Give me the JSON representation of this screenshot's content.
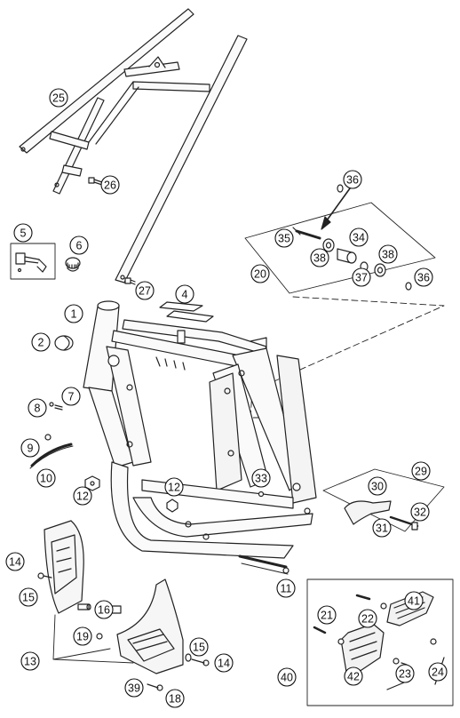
{
  "diagram": {
    "callouts": [
      {
        "id": "c25",
        "label": "25"
      },
      {
        "id": "c26",
        "label": "26"
      },
      {
        "id": "c36a",
        "label": "36"
      },
      {
        "id": "c35",
        "label": "35"
      },
      {
        "id": "c34",
        "label": "34"
      },
      {
        "id": "c38a",
        "label": "38"
      },
      {
        "id": "c38b",
        "label": "38"
      },
      {
        "id": "c37",
        "label": "37"
      },
      {
        "id": "c36b",
        "label": "36"
      },
      {
        "id": "c20",
        "label": "20"
      },
      {
        "id": "c5",
        "label": "5"
      },
      {
        "id": "c6",
        "label": "6"
      },
      {
        "id": "c27",
        "label": "27"
      },
      {
        "id": "c4",
        "label": "4"
      },
      {
        "id": "c1",
        "label": "1"
      },
      {
        "id": "c2",
        "label": "2"
      },
      {
        "id": "c8",
        "label": "8"
      },
      {
        "id": "c7",
        "label": "7"
      },
      {
        "id": "c9",
        "label": "9"
      },
      {
        "id": "c10",
        "label": "10"
      },
      {
        "id": "c12a",
        "label": "12"
      },
      {
        "id": "c12b",
        "label": "12"
      },
      {
        "id": "c33",
        "label": "33"
      },
      {
        "id": "c29",
        "label": "29"
      },
      {
        "id": "c30",
        "label": "30"
      },
      {
        "id": "c32",
        "label": "32"
      },
      {
        "id": "c31",
        "label": "31"
      },
      {
        "id": "c11",
        "label": "11"
      },
      {
        "id": "c14a",
        "label": "14"
      },
      {
        "id": "c15a",
        "label": "15"
      },
      {
        "id": "c16",
        "label": "16"
      },
      {
        "id": "c19",
        "label": "19"
      },
      {
        "id": "c13",
        "label": "13"
      },
      {
        "id": "c15b",
        "label": "15"
      },
      {
        "id": "c14b",
        "label": "14"
      },
      {
        "id": "c39",
        "label": "39"
      },
      {
        "id": "c18",
        "label": "18"
      },
      {
        "id": "c21",
        "label": "21"
      },
      {
        "id": "c22",
        "label": "22"
      },
      {
        "id": "c41",
        "label": "41"
      },
      {
        "id": "c40",
        "label": "40"
      },
      {
        "id": "c42",
        "label": "42"
      },
      {
        "id": "c23",
        "label": "23"
      },
      {
        "id": "c24",
        "label": "24"
      }
    ]
  }
}
